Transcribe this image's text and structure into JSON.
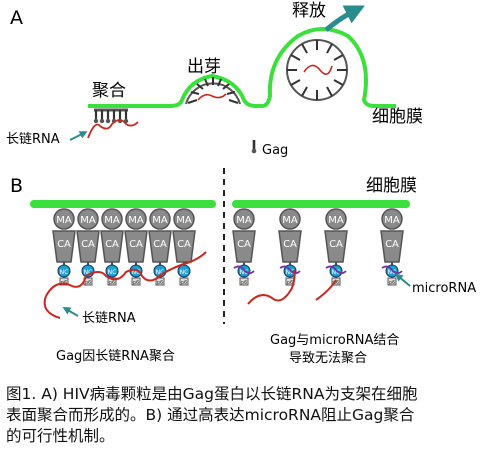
{
  "panel_a": {
    "letter": "A",
    "stages": {
      "assembly": "聚合",
      "budding": "出芽",
      "release": "释放"
    },
    "membrane_label": "细胞膜",
    "rna_label": "长链RNA",
    "gag_label": "Gag"
  },
  "panel_b": {
    "letter": "B",
    "membrane_label": "细胞膜",
    "domains": {
      "ma": "MA",
      "ca": "CA",
      "nc": "NC",
      "p6": "p6"
    },
    "rna_label": "长链RNA",
    "microrna_label": "microRNA",
    "left_caption": "Gag因长链RNA聚合",
    "right_caption_line1": "Gag与microRNA结合",
    "right_caption_line2": "导致无法聚合"
  },
  "figure_caption": {
    "line1": "图1. A) HIV病毒颗粒是由Gag蛋白以长链RNA为支架在细胞",
    "line2": "表面聚合而形成的。B) 通过高表达microRNA阻止Gag聚合",
    "line3": "的可行性机制。"
  },
  "colors": {
    "membrane": "#3ce03c",
    "rna": "#c8281e",
    "arrow": "#2a8c8c",
    "gag_body": "#8a8a8a",
    "nc": "#1f9fd0",
    "microrna": "#7a2fa0"
  }
}
